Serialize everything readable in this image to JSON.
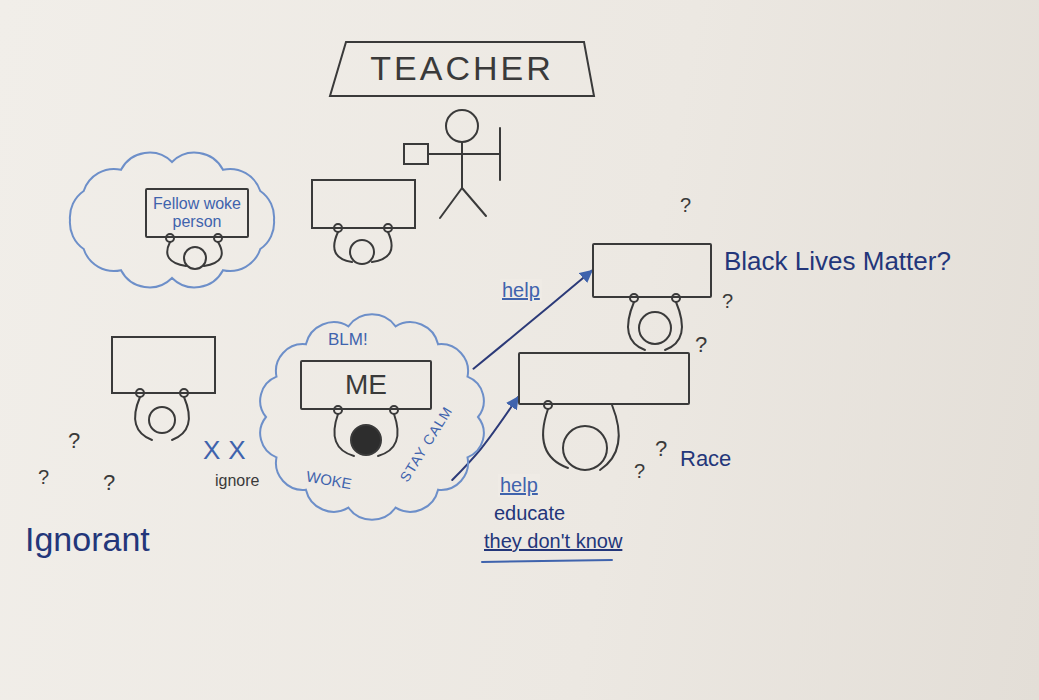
{
  "diagram": {
    "nodes": [
      {
        "text": [
          "TEACHER"
        ]
      },
      {
        "text": [
          "Fellow woke person"
        ]
      },
      {
        "text": [
          "Black Lives Matter?"
        ]
      },
      {
        "text": [
          "BLM!",
          "WOKE",
          "STAY CALM"
        ]
      },
      {
        "text": [
          "ME"
        ],
        "in": 3
      },
      {
        "text": [
          "Race"
        ]
      }
    ],
    "edges": [
      {
        "from": 3,
        "to": 2,
        "label": "help",
        "arrow": "to"
      },
      {
        "from": 3,
        "to": 5,
        "label": "help",
        "arrow": "to"
      }
    ],
    "labels": [
      "?",
      "?",
      "?",
      "?",
      "?",
      "?",
      "?",
      "?",
      "XX",
      "ignore",
      "Ignorant",
      "educate",
      "they don't know"
    ]
  }
}
